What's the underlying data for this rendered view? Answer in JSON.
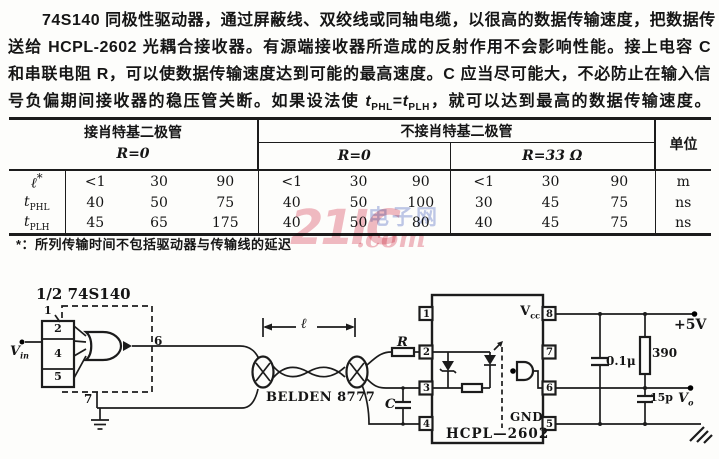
{
  "colors": {
    "ink": "#151515",
    "watermark_pink": "#e8919e",
    "watermark_blue": "#98a6dc"
  },
  "paragraph": {
    "line1": "74S140 同极性驱动器，通过屏蔽线、双绞线或同轴电缆，以很高的数据传输速度，把数据传",
    "line2": "送给 HCPL-2602 光耦合接收器。有源端接收器所造成的反射作用不会影响性能。接上电容 C",
    "line3": "和串联电阻 R，可以使数据传输速度达到可能的最高速度。C 应当尽可能大，不必防止在输入信",
    "line4a": "号负偏期间接收器的稳压管关断。如果设法使 ",
    "line4_t1": "t",
    "line4_sub1": "PHL",
    "line4_eq": "=",
    "line4_t2": "t",
    "line4_sub2": "PLH",
    "line4b": "，就可以达到最高的数据传输速度。"
  },
  "table": {
    "group1_title": "接肖特基二极管",
    "group1_cond": "R=0",
    "group2_title": "不接肖特基二极管",
    "group2_sub1": "R=0",
    "group2_sub2": "R=33 Ω",
    "unit_header": "单位",
    "rows": [
      {
        "label_base": "ℓ",
        "label_sup": "*",
        "cells": [
          "<1",
          "30",
          "90",
          "<1",
          "30",
          "90",
          "<1",
          "30",
          "90"
        ],
        "unit": "m"
      },
      {
        "label_base": "t",
        "label_sub": "PHL",
        "cells": [
          "40",
          "50",
          "75",
          "40",
          "50",
          "100",
          "30",
          "45",
          "75"
        ],
        "unit": "ns"
      },
      {
        "label_base": "t",
        "label_sub": "PLH",
        "cells": [
          "45",
          "65",
          "175",
          "40",
          "50",
          "80",
          "40",
          "45",
          "75"
        ],
        "unit": "ns"
      }
    ],
    "footnote": "*：所列传输时间不包括驱动器与传输线的延迟"
  },
  "watermark": {
    "big": "21IC",
    "cn": "电子网",
    "com": ".com"
  },
  "circuit": {
    "driver_title": "1/2 74S140",
    "driver_pin1": "1",
    "driver_pin2": "2",
    "driver_pin4": "4",
    "driver_pin5": "5",
    "driver_pin6": "6",
    "driver_pin7": "7",
    "vin_base": "V",
    "vin_sub": "in",
    "length_label": "ℓ",
    "cable_name": "BELDEN 8777",
    "r_label": "R",
    "c_label": "C",
    "ic_name": "HCPL—2602",
    "ic_pin1": "1",
    "ic_pin2": "2",
    "ic_pin3": "3",
    "ic_pin4": "4",
    "ic_pin5": "5",
    "ic_pin6": "6",
    "ic_pin7": "7",
    "ic_pin8": "8",
    "vcc_base": "V",
    "vcc_sub": "cc",
    "gnd_label": "GND",
    "supply_label": "+5V",
    "bypass_cap": "0.1μ",
    "resistor_390": "390",
    "load_cap": "15p",
    "vo_base": "V",
    "vo_sub": "o"
  }
}
